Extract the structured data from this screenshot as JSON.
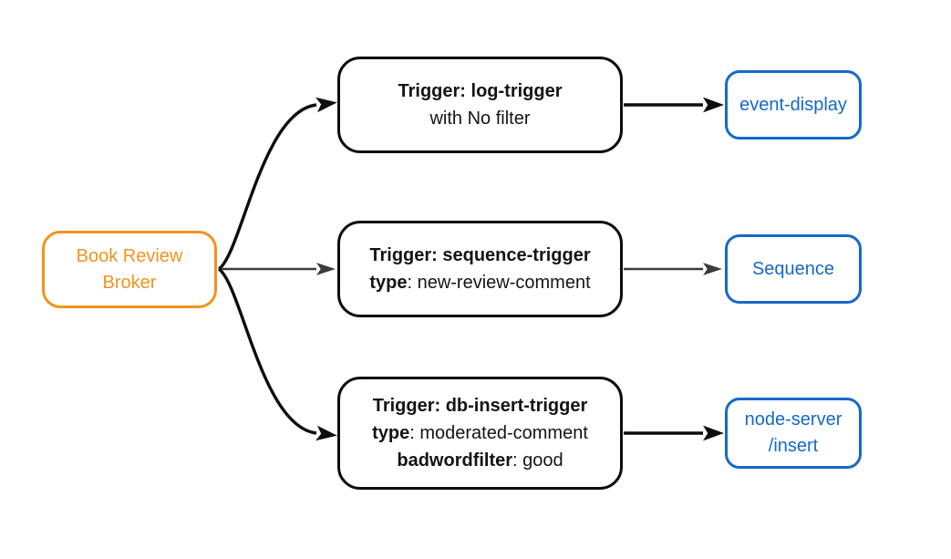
{
  "diagram": {
    "broker": {
      "label_line1": "Book Review",
      "label_line2": "Broker"
    },
    "triggers": [
      {
        "title": "Trigger: log-trigger",
        "line2": {
          "bold": "",
          "rest": "with No filter"
        }
      },
      {
        "title": "Trigger: sequence-trigger",
        "line2": {
          "bold": "type",
          "rest": ": new-review-comment"
        }
      },
      {
        "title": "Trigger: db-insert-trigger",
        "line2": {
          "bold": "type",
          "rest": ": moderated-comment"
        },
        "line3": {
          "bold": "badwordfilter",
          "rest": ": good"
        }
      }
    ],
    "sinks": [
      {
        "label_line1": "event-display",
        "label_line2": ""
      },
      {
        "label_line1": "Sequence",
        "label_line2": ""
      },
      {
        "label_line1": "node-server",
        "label_line2": "/insert"
      }
    ],
    "edges": [
      {
        "from": "Book Review Broker",
        "to": "Trigger: log-trigger",
        "style": "curved-black"
      },
      {
        "from": "Book Review Broker",
        "to": "Trigger: sequence-trigger",
        "style": "straight-gray"
      },
      {
        "from": "Book Review Broker",
        "to": "Trigger: db-insert-trigger",
        "style": "curved-black"
      },
      {
        "from": "Trigger: log-trigger",
        "to": "event-display",
        "style": "straight-black"
      },
      {
        "from": "Trigger: sequence-trigger",
        "to": "Sequence",
        "style": "straight-gray"
      },
      {
        "from": "Trigger: db-insert-trigger",
        "to": "node-server/insert",
        "style": "straight-black"
      }
    ],
    "colors": {
      "broker_accent": "#F0941D",
      "sink_accent": "#1569C9",
      "trigger_border": "#0d0d0d",
      "edge_black": "#0d0d0d",
      "edge_gray": "#3C3C3C",
      "background": "#ffffff"
    }
  }
}
